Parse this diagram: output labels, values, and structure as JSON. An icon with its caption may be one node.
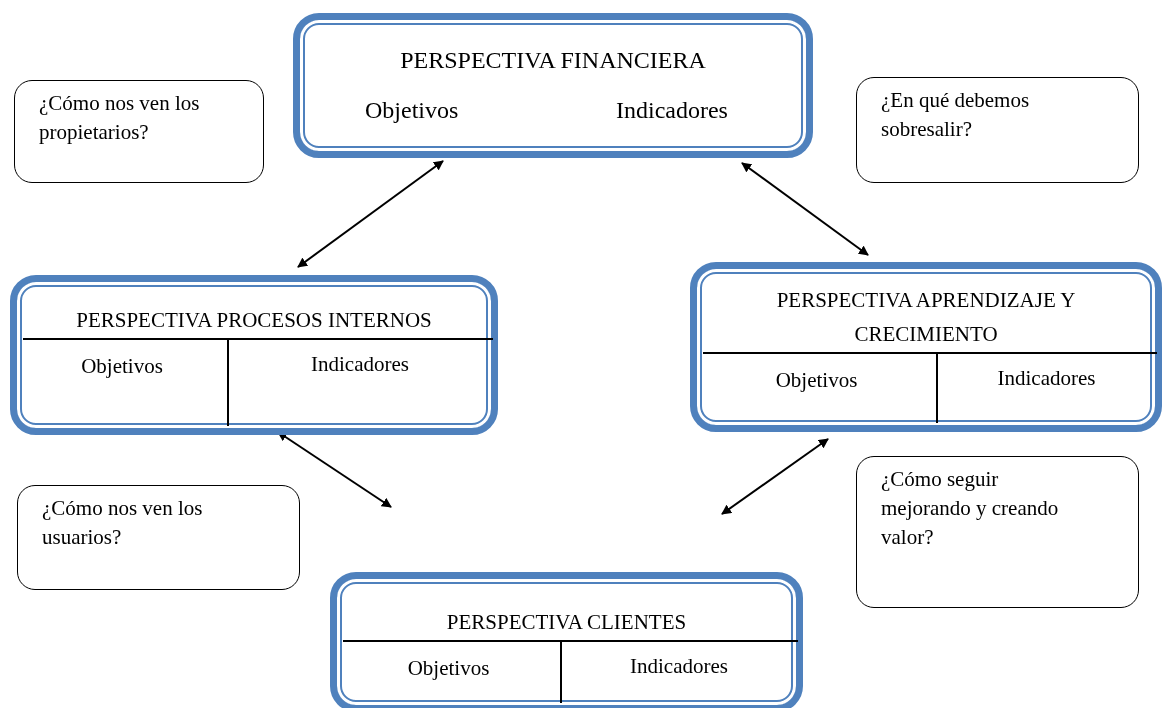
{
  "diagram": {
    "nodes": [
      {
        "text": [
          "PERSPECTIVA FINANCIERA",
          "Objetivos",
          "Indicadores"
        ]
      },
      {
        "text": [
          "¿Cómo nos ven los propietarios?"
        ]
      },
      {
        "text": [
          "¿En qué debemos sobresalir?"
        ]
      },
      {
        "text": [
          "PERSPECTIVA PROCESOS INTERNOS",
          "Objetivos",
          "Indicadores"
        ]
      },
      {
        "text": [
          "PERSPECTIVA APRENDIZAJE Y CRECIMIENTO",
          "Objetivos",
          "Indicadores"
        ]
      },
      {
        "text": [
          "¿Cómo nos ven los usuarios?"
        ]
      },
      {
        "text": [
          "¿Cómo seguir mejorando y creando valor?"
        ]
      },
      {
        "text": [
          "PERSPECTIVA CLIENTES",
          "Objetivos",
          "Indicadores"
        ]
      }
    ],
    "edges": [
      {
        "from": 0,
        "to": 3,
        "arrow": "both"
      },
      {
        "from": 0,
        "to": 4,
        "arrow": "both"
      },
      {
        "from": 3,
        "to": null,
        "arrow": "both"
      },
      {
        "from": 4,
        "to": null,
        "arrow": "both"
      }
    ]
  }
}
